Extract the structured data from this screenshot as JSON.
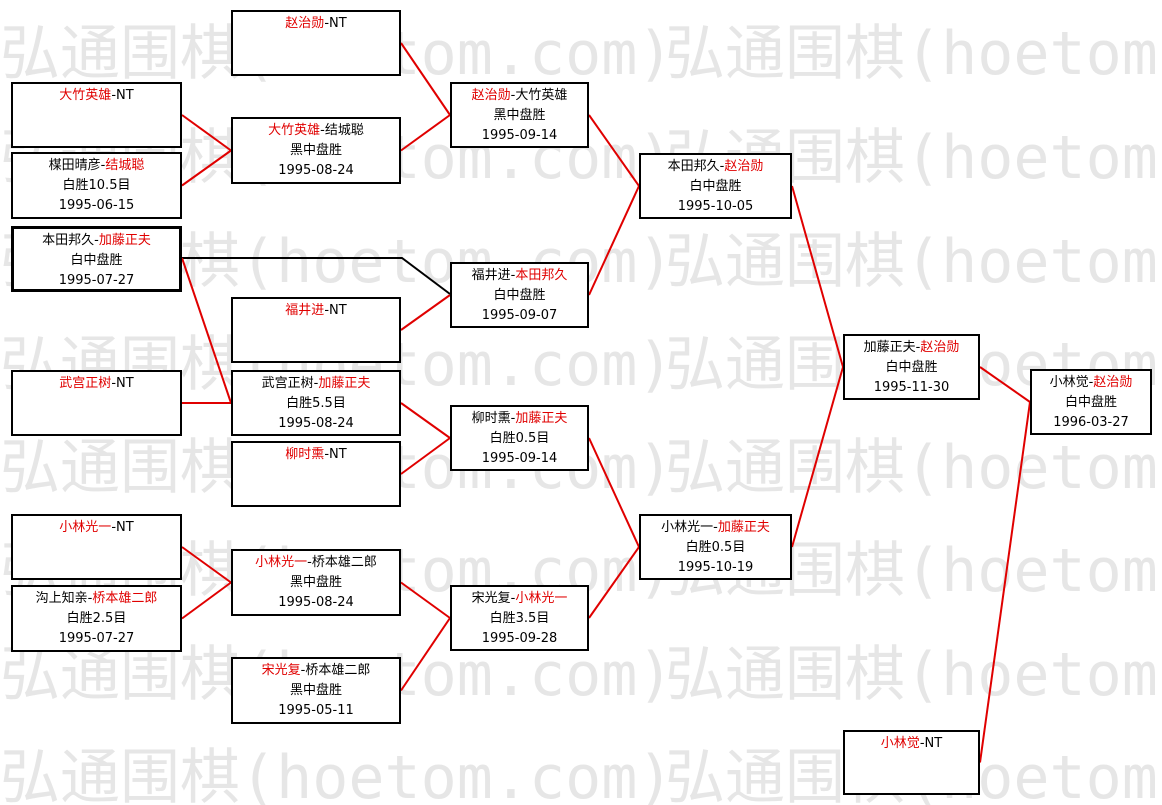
{
  "colors": {
    "winner": "#e00000",
    "line": "#e00000",
    "border": "#000000",
    "watermark": "#e6e6e6"
  },
  "watermark": {
    "text": "弘通围棋(hoetom.com)"
  },
  "matches": {
    "r1_1": {
      "a": "赵治勋",
      "b": "NT",
      "win": "a",
      "result": "",
      "date": ""
    },
    "r1_2": {
      "a": "大竹英雄",
      "b": "NT",
      "win": "a",
      "result": "",
      "date": ""
    },
    "r1_3": {
      "a": "楳田晴彦",
      "b": "结城聪",
      "win": "b",
      "result": "白胜10.5目",
      "date": "1995-06-15"
    },
    "r1_4": {
      "a": "本田邦久",
      "b": "加藤正夫",
      "win": "b",
      "result": "白中盘胜",
      "date": "1995-07-27"
    },
    "r1_5": {
      "a": "福井进",
      "b": "NT",
      "win": "a",
      "result": "",
      "date": ""
    },
    "r1_6": {
      "a": "武宫正树",
      "b": "NT",
      "win": "a",
      "result": "",
      "date": ""
    },
    "r1_7": {
      "a": "柳时熏",
      "b": "NT",
      "win": "a",
      "result": "",
      "date": ""
    },
    "r1_8": {
      "a": "小林光一",
      "b": "NT",
      "win": "a",
      "result": "",
      "date": ""
    },
    "r1_9": {
      "a": "沟上知亲",
      "b": "桥本雄二郎",
      "win": "b",
      "result": "白胜2.5目",
      "date": "1995-07-27"
    },
    "r1_10": {
      "a": "宋光复",
      "b": "桥本雄二郎",
      "win": "a",
      "result": "黑中盘胜",
      "date": "1995-05-11"
    },
    "r2_1": {
      "a": "大竹英雄",
      "b": "结城聪",
      "win": "a",
      "result": "黑中盘胜",
      "date": "1995-08-24"
    },
    "r2_2": {
      "a": "武宫正树",
      "b": "加藤正夫",
      "win": "b",
      "result": "白胜5.5目",
      "date": "1995-08-24"
    },
    "r2_3": {
      "a": "小林光一",
      "b": "桥本雄二郎",
      "win": "a",
      "result": "黑中盘胜",
      "date": "1995-08-24"
    },
    "r3_1": {
      "a": "赵治勋",
      "b": "大竹英雄",
      "win": "a",
      "result": "黑中盘胜",
      "date": "1995-09-14"
    },
    "r3_2": {
      "a": "福井进",
      "b": "本田邦久",
      "win": "b",
      "result": "白中盘胜",
      "date": "1995-09-07"
    },
    "r3_3": {
      "a": "柳时熏",
      "b": "加藤正夫",
      "win": "b",
      "result": "白胜0.5目",
      "date": "1995-09-14"
    },
    "r3_4": {
      "a": "宋光复",
      "b": "小林光一",
      "win": "b",
      "result": "白胜3.5目",
      "date": "1995-09-28"
    },
    "r4_1": {
      "a": "本田邦久",
      "b": "赵治勋",
      "win": "b",
      "result": "白中盘胜",
      "date": "1995-10-05"
    },
    "r4_2": {
      "a": "小林光一",
      "b": "加藤正夫",
      "win": "b",
      "result": "白胜0.5目",
      "date": "1995-10-19"
    },
    "r5_1": {
      "a": "加藤正夫",
      "b": "赵治勋",
      "win": "b",
      "result": "白中盘胜",
      "date": "1995-11-30"
    },
    "r5_2": {
      "a": "小林觉",
      "b": "NT",
      "win": "a",
      "result": "",
      "date": ""
    },
    "final": {
      "a": "小林觉",
      "b": "赵治勋",
      "win": "b",
      "result": "白中盘胜",
      "date": "1996-03-27"
    }
  }
}
